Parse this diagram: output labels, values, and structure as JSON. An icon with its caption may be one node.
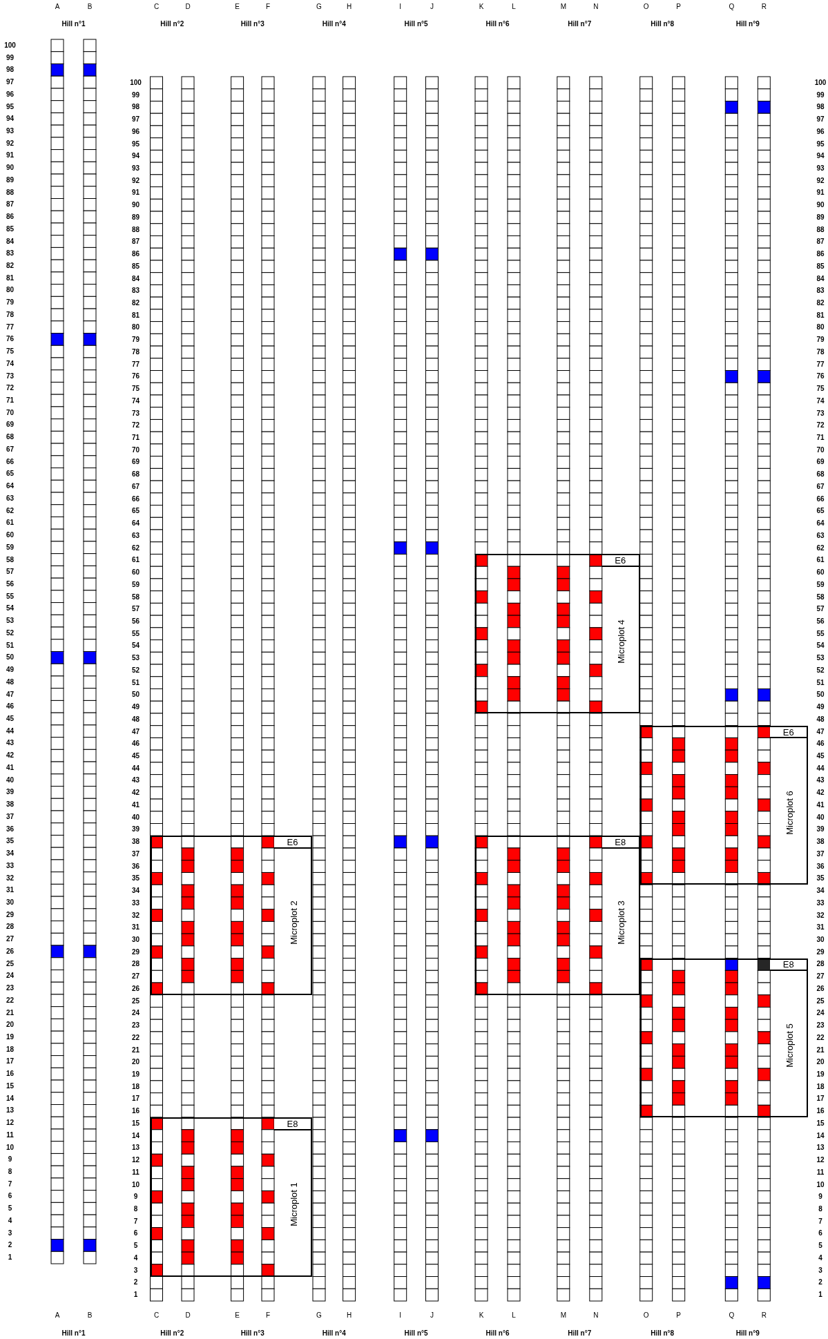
{
  "diagram": {
    "nodes": [
      {
        "text": [
          "E6",
          "Microplot 4"
        ]
      },
      {
        "text": [
          "E6",
          "Microplot 6"
        ]
      },
      {
        "text": [
          "E6",
          "Microplot 2"
        ]
      },
      {
        "text": [
          "E8",
          "Microplot 3"
        ]
      },
      {
        "text": [
          "E8",
          "Microplot 5"
        ]
      },
      {
        "text": [
          "E8",
          "Microplot 1"
        ]
      }
    ],
    "labels": [
      "A",
      "B",
      "C",
      "D",
      "E",
      "F",
      "G",
      "H",
      "I",
      "J",
      "K",
      "L",
      "M",
      "N",
      "O",
      "P",
      "Q",
      "R",
      "Hill n°1",
      "Hill n°2",
      "Hill n°3",
      "Hill n°4",
      "Hill n°5",
      "Hill n°6",
      "Hill n°7",
      "Hill n°8",
      "Hill n°9",
      "100",
      "99",
      "98",
      "97",
      "96",
      "95",
      "94",
      "93",
      "92",
      "91",
      "90",
      "89",
      "88",
      "87",
      "86",
      "85",
      "84",
      "83",
      "82",
      "81",
      "80",
      "79",
      "78",
      "77",
      "76",
      "75",
      "74",
      "73",
      "72",
      "71",
      "70",
      "69",
      "68",
      "67",
      "66",
      "65",
      "64",
      "63",
      "62",
      "61",
      "60",
      "59",
      "58",
      "57",
      "56",
      "55",
      "54",
      "53",
      "52",
      "51",
      "50",
      "49",
      "48",
      "47",
      "46",
      "45",
      "44",
      "43",
      "42",
      "41",
      "40",
      "39",
      "38",
      "37",
      "36",
      "35",
      "34",
      "33",
      "32",
      "31",
      "30",
      "29",
      "28",
      "27",
      "26",
      "25",
      "24",
      "23",
      "22",
      "21",
      "20",
      "19",
      "18",
      "17",
      "16",
      "15",
      "14",
      "13",
      "12",
      "11",
      "10",
      "9",
      "8",
      "7",
      "6",
      "5",
      "4",
      "3",
      "2",
      "1",
      "100",
      "99",
      "98",
      "97",
      "96",
      "95",
      "94",
      "93",
      "92",
      "91",
      "90",
      "89",
      "88",
      "87",
      "86",
      "85",
      "84",
      "83",
      "82",
      "81",
      "80",
      "79",
      "78",
      "77",
      "76",
      "75",
      "74",
      "73",
      "72",
      "71",
      "70",
      "69",
      "68",
      "67",
      "66",
      "65",
      "64",
      "63",
      "62",
      "61",
      "60",
      "59",
      "58",
      "57",
      "56",
      "55",
      "54",
      "53",
      "52",
      "51",
      "50",
      "49",
      "48",
      "47",
      "46",
      "45",
      "44",
      "43",
      "42",
      "41",
      "40",
      "39",
      "38",
      "37",
      "36",
      "35",
      "34",
      "33",
      "32",
      "31",
      "30",
      "29",
      "28",
      "27",
      "26",
      "25",
      "24",
      "23",
      "22",
      "21",
      "20",
      "19",
      "18",
      "17",
      "16",
      "15",
      "14",
      "13",
      "12",
      "11",
      "10",
      "9",
      "8",
      "7",
      "6",
      "5",
      "4",
      "3",
      "2",
      "1",
      "100",
      "99",
      "98",
      "97",
      "96",
      "95",
      "94",
      "93",
      "92",
      "91",
      "90",
      "89",
      "88",
      "87",
      "86",
      "85",
      "84",
      "83",
      "82",
      "81",
      "80",
      "79",
      "78",
      "77",
      "76",
      "75",
      "74",
      "73",
      "72",
      "71",
      "70",
      "69",
      "68",
      "67",
      "66",
      "65",
      "64",
      "63",
      "62",
      "61",
      "60",
      "59",
      "58",
      "57",
      "56",
      "55",
      "54",
      "53",
      "52",
      "51",
      "50",
      "49",
      "48",
      "47",
      "46",
      "45",
      "44",
      "43",
      "42",
      "41",
      "40",
      "39",
      "38",
      "37",
      "36",
      "35",
      "34",
      "33",
      "32",
      "31",
      "30",
      "29",
      "28",
      "27",
      "26",
      "25",
      "24",
      "23",
      "22",
      "21",
      "20",
      "19",
      "18",
      "17",
      "16",
      "15",
      "14",
      "13",
      "12",
      "11",
      "10",
      "9",
      "8",
      "7",
      "6",
      "5",
      "4",
      "3",
      "2",
      "1",
      "A",
      "B",
      "C",
      "D",
      "E",
      "F",
      "G",
      "H",
      "I",
      "J",
      "K",
      "L",
      "M",
      "N",
      "O",
      "P",
      "Q",
      "R",
      "Hill n°1",
      "Hill n°2",
      "Hill n°3",
      "Hill n°4",
      "Hill n°5",
      "Hill n°6",
      "Hill n°7",
      "Hill n°8",
      "Hill n°9"
    ]
  }
}
